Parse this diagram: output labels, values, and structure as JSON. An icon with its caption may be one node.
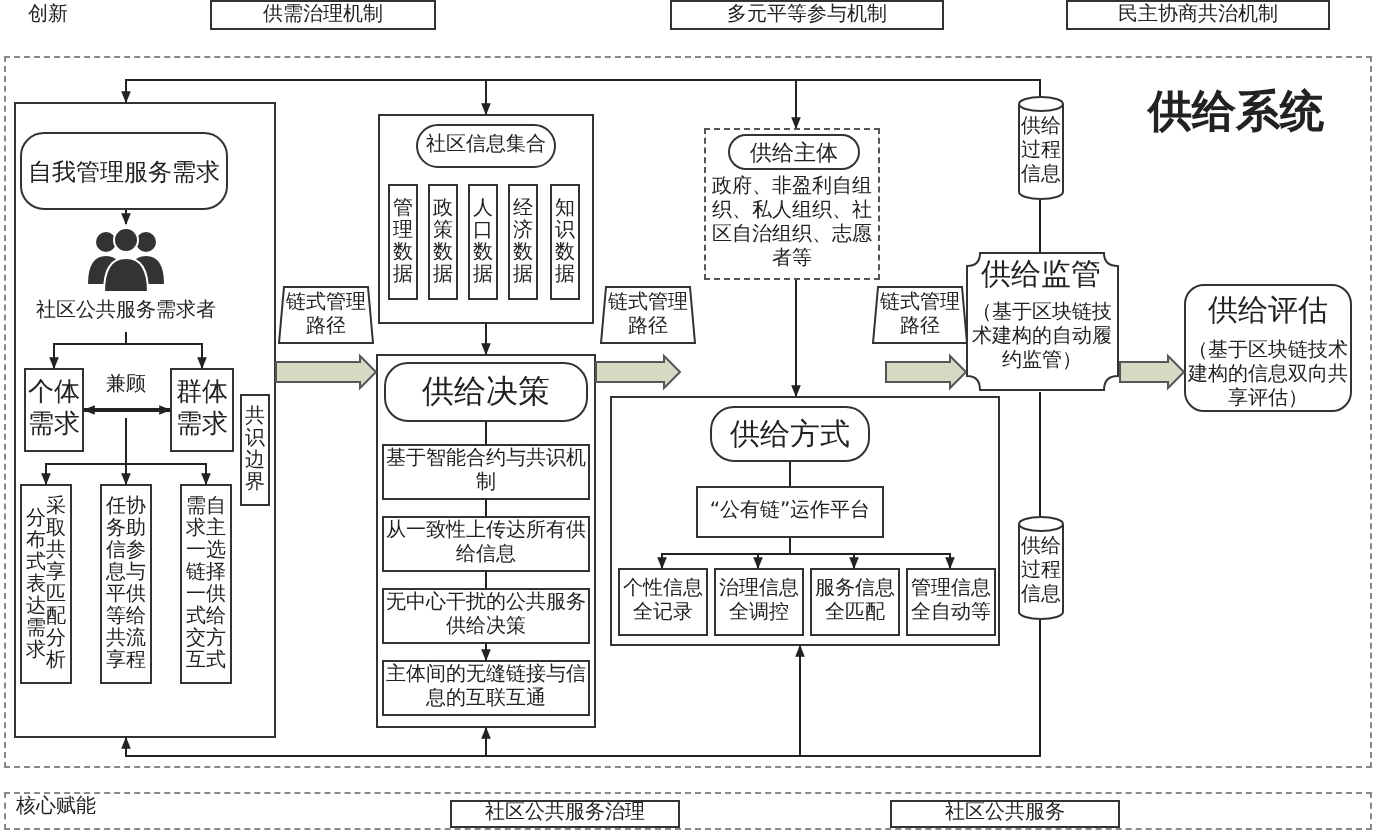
{
  "diagram": {
    "nodes": [
      {
        "text": [
          "供需治理机制"
        ]
      },
      {
        "text": [
          "多元平等参与机制"
        ]
      },
      {
        "text": [
          "民主协商共治机制"
        ]
      },
      {
        "text": [
          "供给系统"
        ]
      },
      {
        "text": [],
        "shape": "box",
        "in": 3
      },
      {
        "text": [
          "自我管理服务需求"
        ],
        "in": 4
      },
      {
        "text": [
          "社区公共服务需求者"
        ],
        "in": 4
      },
      {
        "text": [
          "个体需求"
        ],
        "in": 4
      },
      {
        "text": [
          "群体需求"
        ],
        "in": 4
      },
      {
        "text": [
          "采取共享匹配分析分布式表达需求"
        ],
        "in": 4
      },
      {
        "text": [
          "协助参与供给流程任务信息平等共享"
        ],
        "in": 4
      },
      {
        "text": [
          "自主选择供给方式需求一链一式交互"
        ],
        "in": 4
      },
      {
        "text": [
          "共识边界"
        ],
        "in": 4
      },
      {
        "text": [],
        "shape": "box",
        "in": 3
      },
      {
        "text": [
          "社区信息集合"
        ],
        "in": 13
      },
      {
        "text": [
          "管理数据"
        ],
        "in": 13
      },
      {
        "text": [
          "政策数据"
        ],
        "in": 13
      },
      {
        "text": [
          "人口数据"
        ],
        "in": 13
      },
      {
        "text": [
          "经济数据"
        ],
        "in": 13
      },
      {
        "text": [
          "知识数据"
        ],
        "in": 13
      },
      {
        "text": [],
        "shape": "box",
        "in": 3
      },
      {
        "text": [
          "供给决策"
        ],
        "in": 20
      },
      {
        "text": [
          "基于智能合约与共识机制"
        ],
        "in": 20
      },
      {
        "text": [
          "从一致性上传达所有供给信息"
        ],
        "in": 20
      },
      {
        "text": [
          "无中心干扰的公共服务供给决策"
        ],
        "in": 20
      },
      {
        "text": [
          "主体间的无缝链接与信息的互联互通"
        ],
        "in": 20
      },
      {
        "text": [
          "政府、非盈利自组织、私人组织、社区自治组织、志愿者等"
        ],
        "in": 3
      },
      {
        "text": [
          "供给主体"
        ],
        "in": 26
      },
      {
        "text": [],
        "shape": "box",
        "in": 3
      },
      {
        "text": [
          "供给方式"
        ],
        "in": 28
      },
      {
        "text": [
          "“公有链”运作平台"
        ],
        "in": 28
      },
      {
        "text": [
          "个性信息全记录"
        ],
        "in": 28
      },
      {
        "text": [
          "治理信息全调控"
        ],
        "in": 28
      },
      {
        "text": [
          "服务信息全匹配"
        ],
        "in": 28
      },
      {
        "text": [
          "管理信息全自动等"
        ],
        "in": 28
      },
      {
        "text": [
          "供给过程信息"
        ],
        "in": 3
      },
      {
        "text": [
          "供给监管",
          "（基于区块链技术建构的自动履约监管）"
        ],
        "in": 3
      },
      {
        "text": [
          "供给过程信息"
        ],
        "in": 3
      },
      {
        "text": [
          "供给评估",
          "（基于区块链技术建构的信息双向共享评估）"
        ],
        "in": 3
      },
      {
        "text": [
          "核心赋能"
        ]
      },
      {
        "text": [
          "社区公共服务治理"
        ],
        "in": 39
      },
      {
        "text": [
          "社区公共服务"
        ],
        "in": 39
      }
    ],
    "edges": [
      {
        "from": 5,
        "to": 6,
        "arrow": "to"
      },
      {
        "from": 6,
        "to": 7,
        "arrow": "to"
      },
      {
        "from": 6,
        "to": 8,
        "arrow": "to"
      },
      {
        "from": 7,
        "to": 8,
        "arrow": "both",
        "label": "兼顾"
      },
      {
        "from": null,
        "to": 9,
        "arrow": "to"
      },
      {
        "from": null,
        "to": 10,
        "arrow": "to"
      },
      {
        "from": null,
        "to": 11,
        "arrow": "to"
      },
      {
        "from": 4,
        "to": 20,
        "arrow": "to",
        "label": "链式管理路径",
        "style": "thick"
      },
      {
        "from": 20,
        "to": null,
        "arrow": "to",
        "label": "链式管理路径",
        "style": "thick"
      },
      {
        "from": null,
        "to": 36,
        "arrow": "to",
        "label": "链式管理路径",
        "style": "thick"
      },
      {
        "from": 36,
        "to": 38,
        "arrow": "to",
        "style": "thick"
      },
      {
        "from": 36,
        "to": 35,
        "arrow": "none"
      },
      {
        "from": 35,
        "to": 4,
        "arrow": "to"
      },
      {
        "from": 35,
        "to": 13,
        "arrow": "to"
      },
      {
        "from": 35,
        "to": 26,
        "arrow": "to"
      },
      {
        "from": 36,
        "to": 37,
        "arrow": "none"
      },
      {
        "from": 37,
        "to": 4,
        "arrow": "to"
      },
      {
        "from": 37,
        "to": 20,
        "arrow": "to"
      },
      {
        "from": 37,
        "to": 28,
        "arrow": "to"
      },
      {
        "from": 13,
        "to": 20,
        "arrow": "to"
      },
      {
        "from": 26,
        "to": 28,
        "arrow": "to"
      },
      {
        "from": 29,
        "to": 30,
        "arrow": "none"
      },
      {
        "from": 30,
        "to": 31,
        "arrow": "to"
      },
      {
        "from": 30,
        "to": 32,
        "arrow": "to"
      },
      {
        "from": 30,
        "to": 33,
        "arrow": "to"
      },
      {
        "from": 30,
        "to": 34,
        "arrow": "to"
      },
      {
        "from": 21,
        "to": 22,
        "arrow": "none"
      },
      {
        "from": 22,
        "to": 23,
        "arrow": "none"
      },
      {
        "from": 23,
        "to": 24,
        "arrow": "none"
      },
      {
        "from": 24,
        "to": 25,
        "arrow": "to"
      }
    ],
    "labels": [
      "创新"
    ]
  }
}
